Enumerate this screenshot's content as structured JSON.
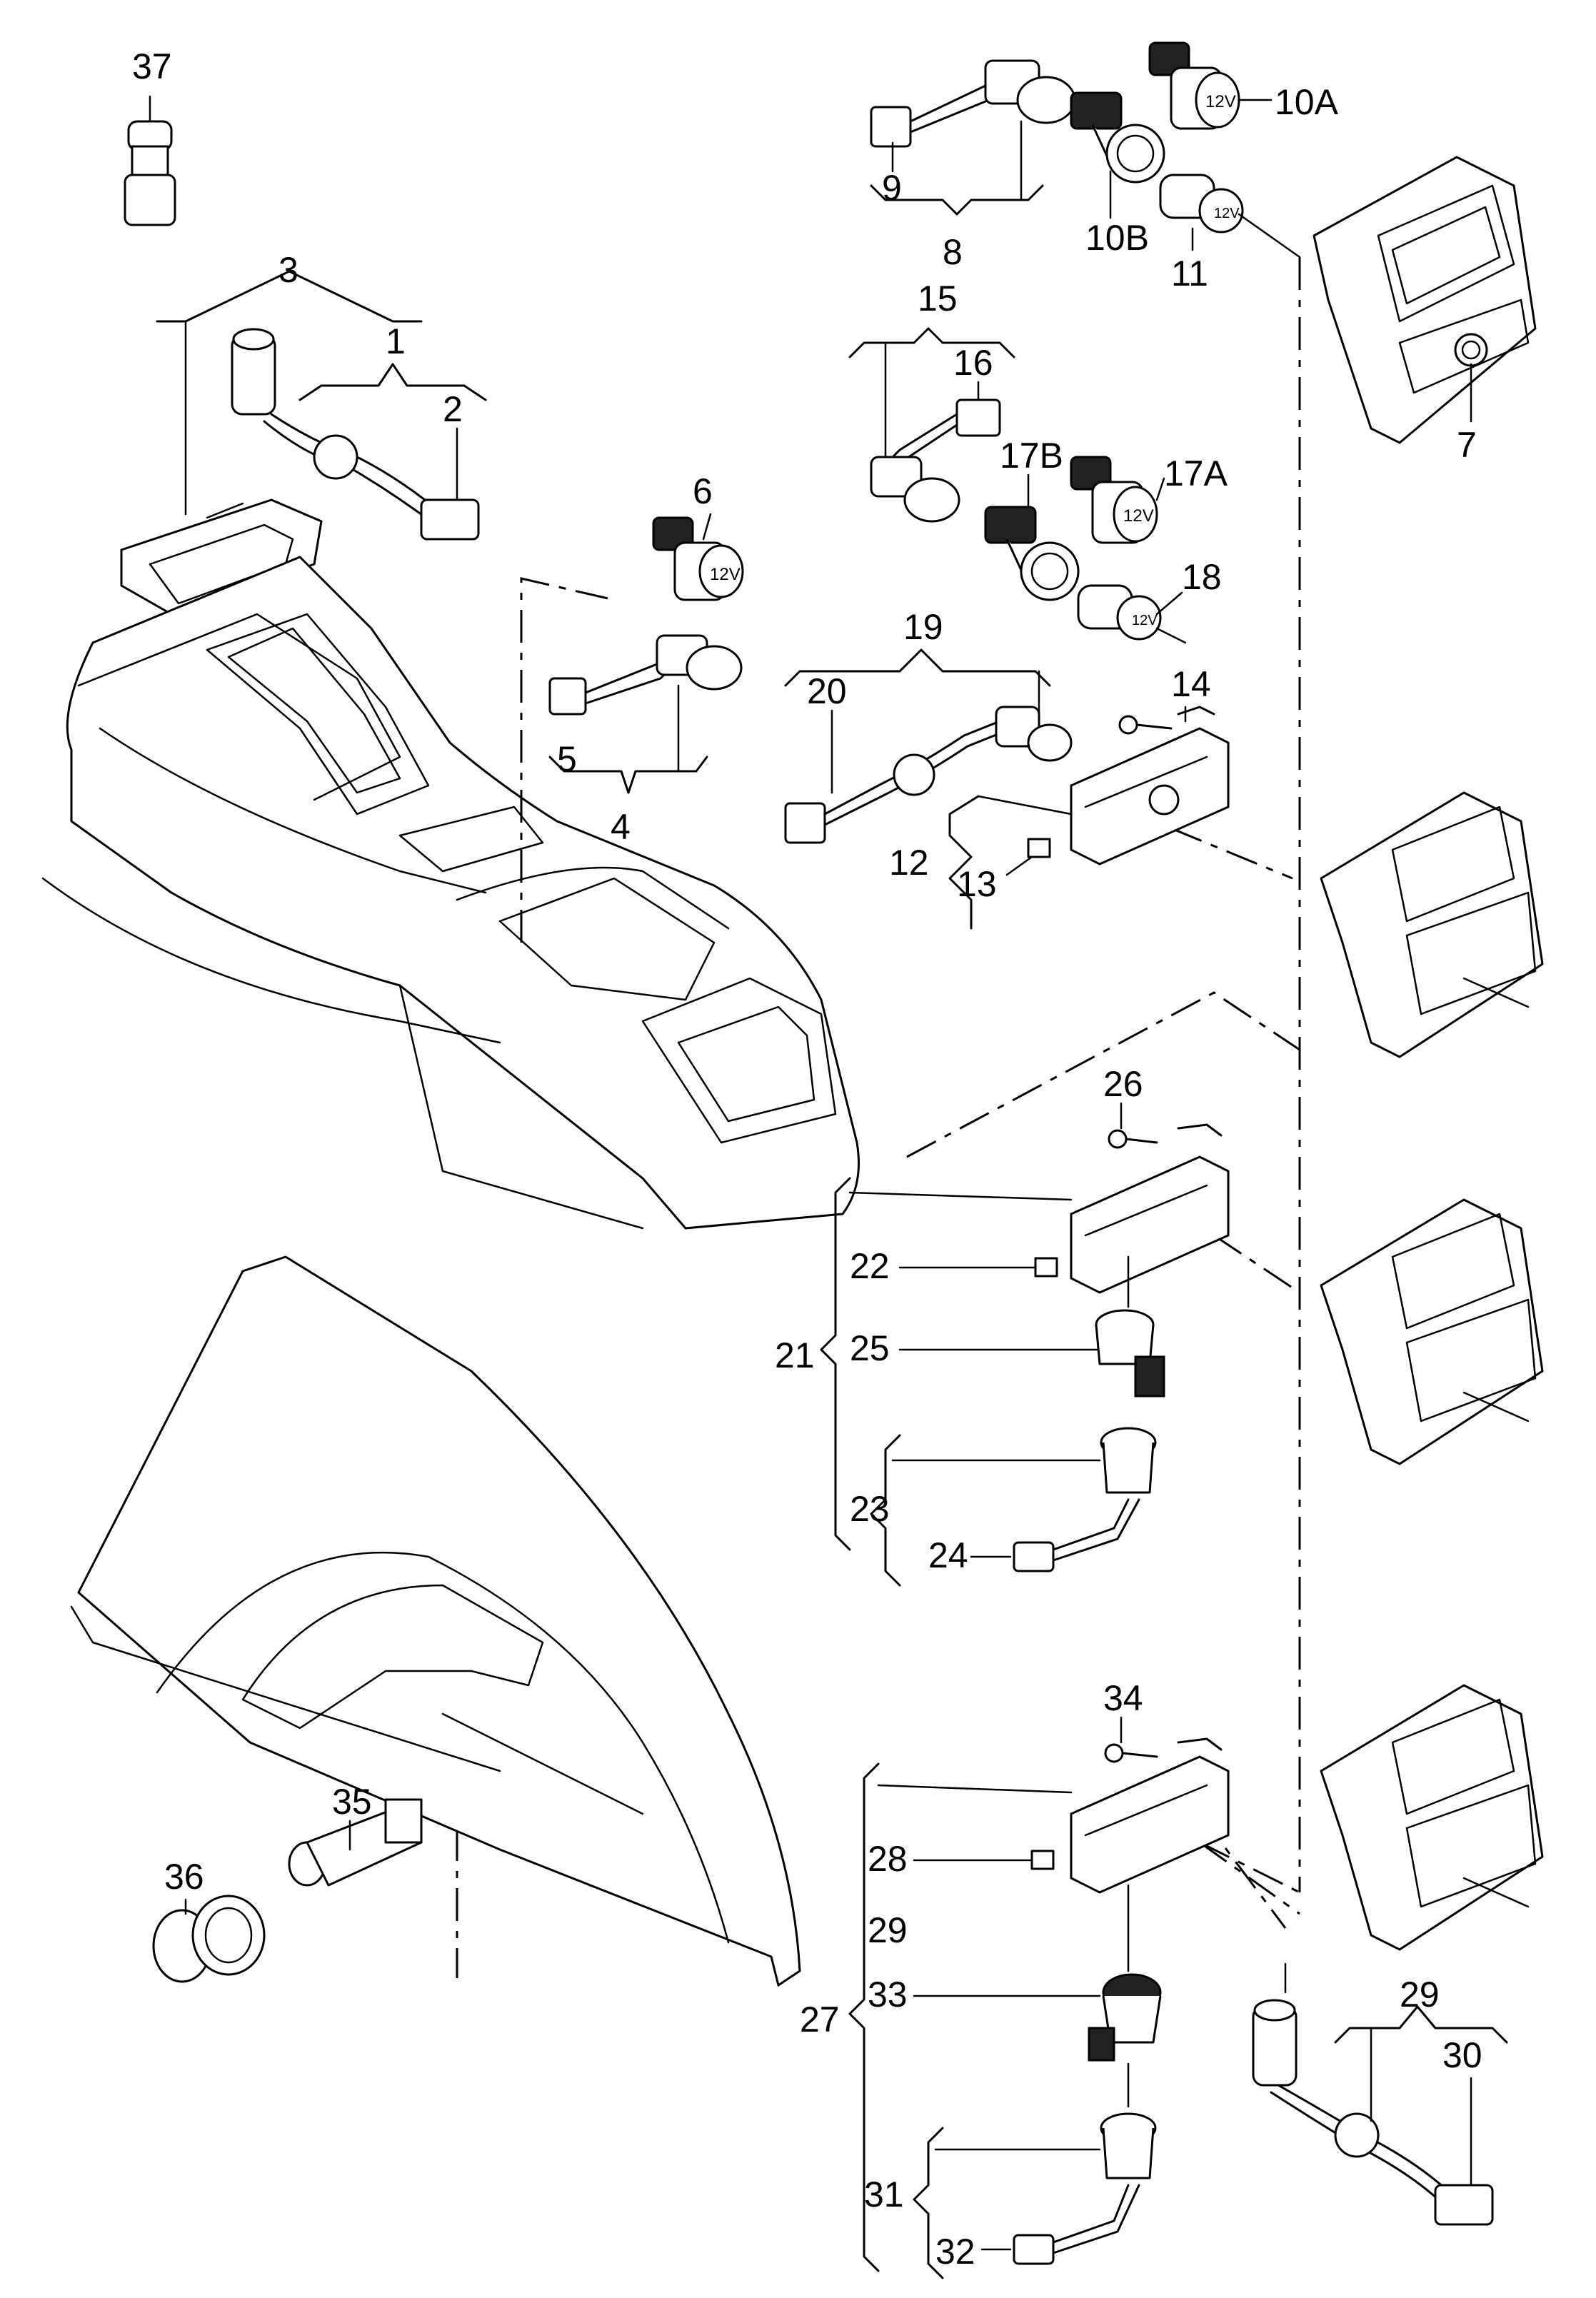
{
  "labels": {
    "p37": "37",
    "p3": "3",
    "p1": "1",
    "p2": "2",
    "p6": "6",
    "p5": "5",
    "p4": "4",
    "p9": "9",
    "p8": "8",
    "p10A": "10A",
    "p10B": "10B",
    "p11": "11",
    "p7": "7",
    "p15": "15",
    "p16": "16",
    "p17B": "17B",
    "p17A": "17A",
    "p18": "18",
    "p19": "19",
    "p20": "20",
    "p14": "14",
    "p12": "12",
    "p13": "13",
    "p26": "26",
    "p22": "22",
    "p21": "21",
    "p25": "25",
    "p23": "23",
    "p24": "24",
    "p34": "34",
    "p35": "35",
    "p36": "36",
    "p28": "28",
    "p29a": "29",
    "p27": "27",
    "p33": "33",
    "p29b": "29",
    "p30": "30",
    "p31": "31",
    "p32": "32"
  },
  "stamps": {
    "socket_voltage": "12V"
  },
  "icons": [
    "cigarette-lighter-icon",
    "socket-housing-icon",
    "wiring-harness-icon",
    "center-console-icon",
    "rear-vent-panel-icon",
    "side-trim-panel-icon"
  ]
}
